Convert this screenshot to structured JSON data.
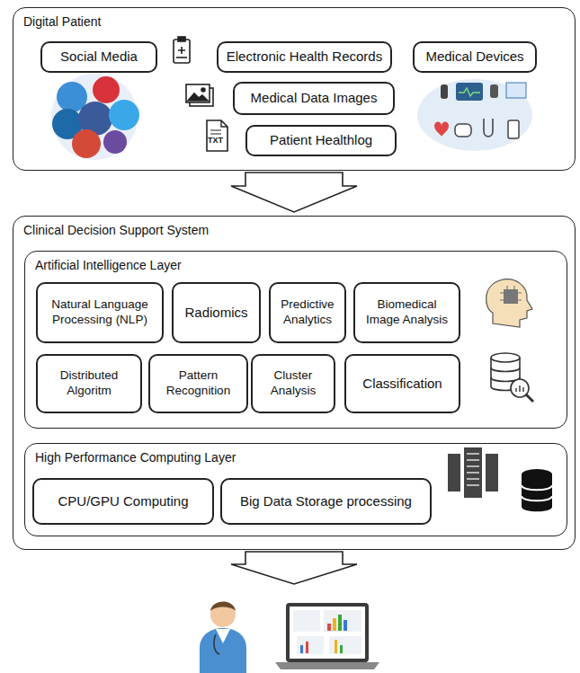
{
  "diagram": {
    "nodes": [
      {
        "text": [
          "Digital Patient"
        ]
      },
      {
        "text": [
          "Social Media"
        ],
        "in": 0
      },
      {
        "text": [
          "Electronic Health Records"
        ],
        "in": 0
      },
      {
        "text": [
          "Medical Devices"
        ],
        "in": 0
      },
      {
        "text": [
          "Medical Data Images"
        ],
        "in": 0
      },
      {
        "text": [
          "Patient Healthlog"
        ],
        "in": 0
      },
      {
        "text": [
          "Clinical Decision Support System"
        ]
      },
      {
        "text": [
          "Artificial Intelligence Layer"
        ],
        "in": 6
      },
      {
        "text": [
          "Natural Language Processing (NLP)"
        ],
        "in": 7
      },
      {
        "text": [
          "Radiomics"
        ],
        "in": 7
      },
      {
        "text": [
          "Predictive Analytics"
        ],
        "in": 7
      },
      {
        "text": [
          "Biomedical Image Analysis"
        ],
        "in": 7
      },
      {
        "text": [
          "Distributed Algoritm"
        ],
        "in": 7
      },
      {
        "text": [
          "Pattern Recognition"
        ],
        "in": 7
      },
      {
        "text": [
          "Cluster Analysis"
        ],
        "in": 7
      },
      {
        "text": [
          "Classification"
        ],
        "in": 7
      },
      {
        "text": [
          "High Performance Computing Layer"
        ],
        "in": 6
      },
      {
        "text": [
          "CPU/GPU Computing"
        ],
        "in": 16
      },
      {
        "text": [
          "Big Data Storage processing"
        ],
        "in": 16
      }
    ],
    "edges": [
      {
        "from": 0,
        "to": 6,
        "arrow": "to"
      }
    ],
    "labels": [
      "TXT"
    ]
  }
}
